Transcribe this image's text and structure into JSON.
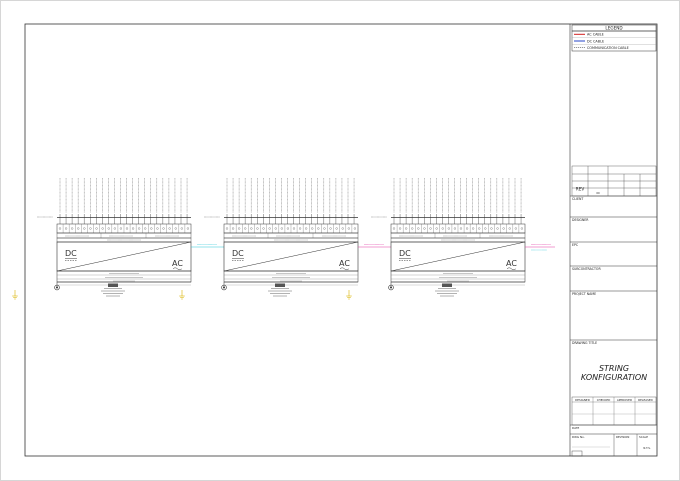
{
  "legend": {
    "title": "LEGEND",
    "items": [
      {
        "label": "AC CABLE",
        "color": "#d21e1e",
        "style": "solid"
      },
      {
        "label": "DC CABLE",
        "color": "#2445c8",
        "style": "solid"
      },
      {
        "label": "COMMUNICATION CABLE",
        "color": "#555555",
        "style": "dashed"
      }
    ]
  },
  "inverter": {
    "dc_label": "DC",
    "ac_label": "AC",
    "count": 3
  },
  "title_block": {
    "sections": [
      {
        "key": "client",
        "label": "CLIENT"
      },
      {
        "key": "designer",
        "label": "DESIGNER"
      },
      {
        "key": "epc",
        "label": "EPC"
      },
      {
        "key": "subcontractor",
        "label": "SUBCONTRACTOR"
      },
      {
        "key": "project",
        "label": "PROJECT NAME"
      },
      {
        "key": "drawing_title",
        "label": "DRAWING TITLE"
      }
    ],
    "drawing_title_line1": "STRING",
    "drawing_title_line2": "KONFIGURATION",
    "sign_headers": [
      "DESIGNED",
      "CHECKED",
      "APPROVED",
      "RELEASED"
    ],
    "bottom_labels": [
      "DATE",
      "DWG No.",
      "REVISION",
      "SCALE",
      "N.T.S."
    ],
    "rev_code": "REV",
    "rev_value": "00"
  },
  "colors": {
    "ac": "#d21e1e",
    "dc": "#2445c8",
    "comm_cyan": "#2cc7d8",
    "comm_magenta": "#e23ca6",
    "line": "#333333"
  }
}
